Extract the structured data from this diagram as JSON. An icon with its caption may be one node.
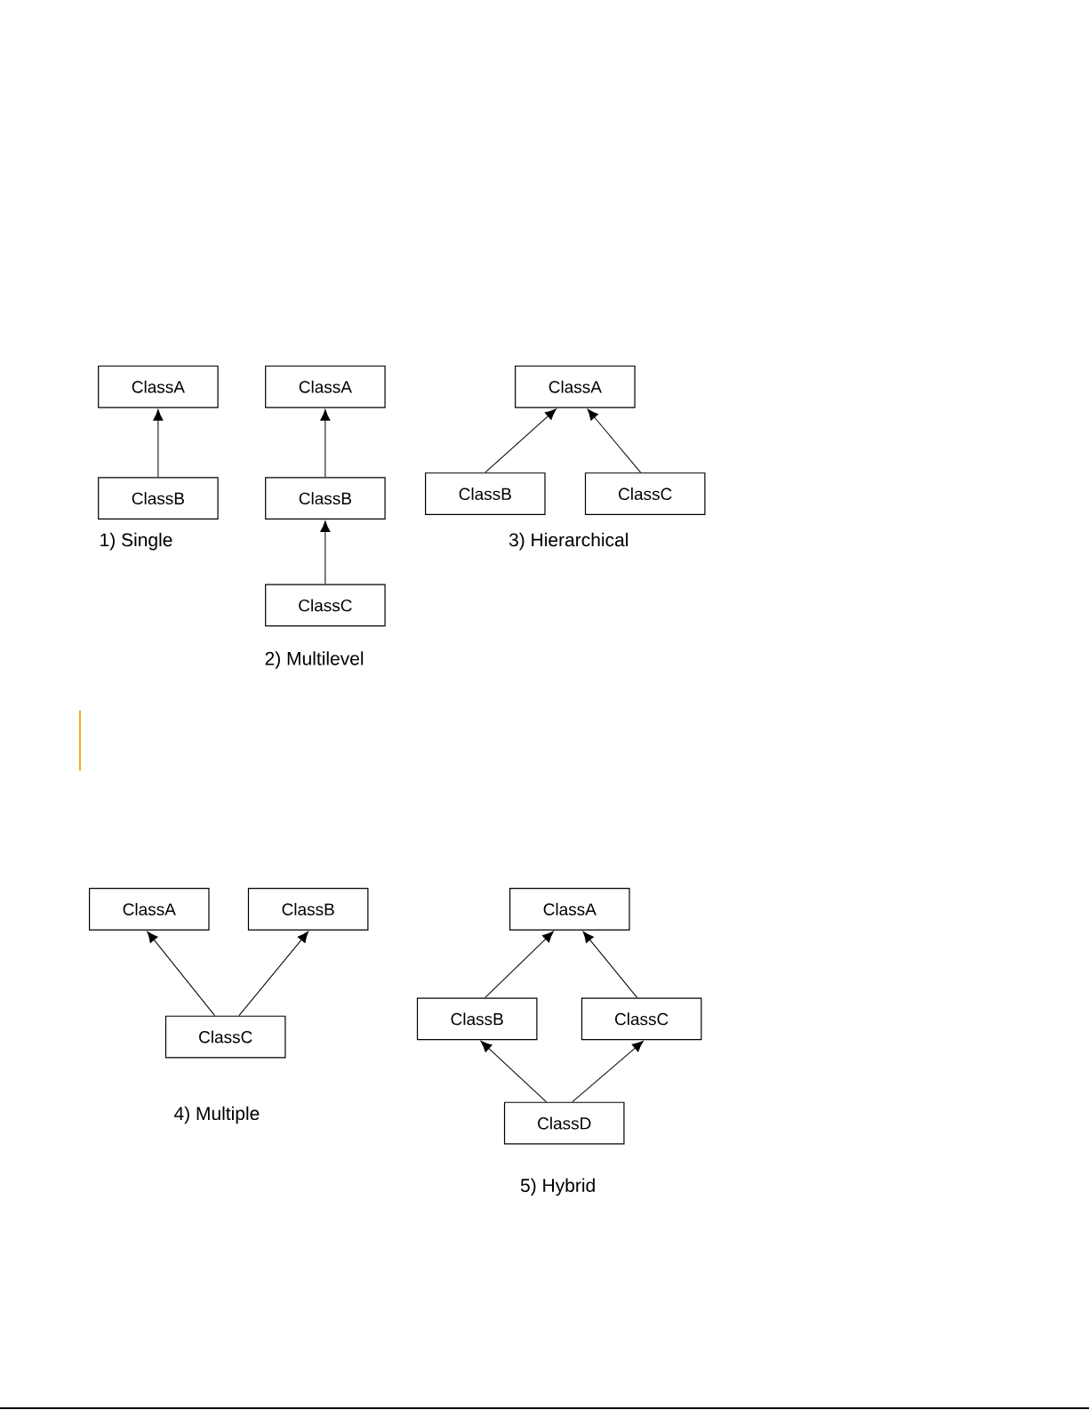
{
  "diagram": {
    "nodes": [
      {
        "text": [
          "ClassA"
        ]
      },
      {
        "text": [
          "ClassB"
        ]
      },
      {
        "text": [
          "ClassA"
        ]
      },
      {
        "text": [
          "ClassB"
        ]
      },
      {
        "text": [
          "ClassC"
        ]
      },
      {
        "text": [
          "ClassA"
        ]
      },
      {
        "text": [
          "ClassB"
        ]
      },
      {
        "text": [
          "ClassC"
        ]
      },
      {
        "text": [
          "ClassA"
        ]
      },
      {
        "text": [
          "ClassB"
        ]
      },
      {
        "text": [
          "ClassC"
        ]
      },
      {
        "text": [
          "ClassA"
        ]
      },
      {
        "text": [
          "ClassB"
        ]
      },
      {
        "text": [
          "ClassC"
        ]
      },
      {
        "text": [
          "ClassD"
        ]
      }
    ],
    "edges": [
      {
        "from": 1,
        "to": 0,
        "arrow": "to"
      },
      {
        "from": 3,
        "to": 2,
        "arrow": "to"
      },
      {
        "from": 4,
        "to": 3,
        "arrow": "to"
      },
      {
        "from": 6,
        "to": 5,
        "arrow": "to"
      },
      {
        "from": 7,
        "to": 5,
        "arrow": "to"
      },
      {
        "from": 10,
        "to": 8,
        "arrow": "to"
      },
      {
        "from": 10,
        "to": 9,
        "arrow": "to"
      },
      {
        "from": 12,
        "to": 11,
        "arrow": "to"
      },
      {
        "from": 13,
        "to": 11,
        "arrow": "to"
      },
      {
        "from": 14,
        "to": 12,
        "arrow": "to"
      },
      {
        "from": 14,
        "to": 13,
        "arrow": "to"
      }
    ],
    "labels": [
      "1)  Single",
      "2) Multilevel",
      "3) Hierarchical",
      "4)  Multiple",
      "5) Hybrid"
    ]
  }
}
